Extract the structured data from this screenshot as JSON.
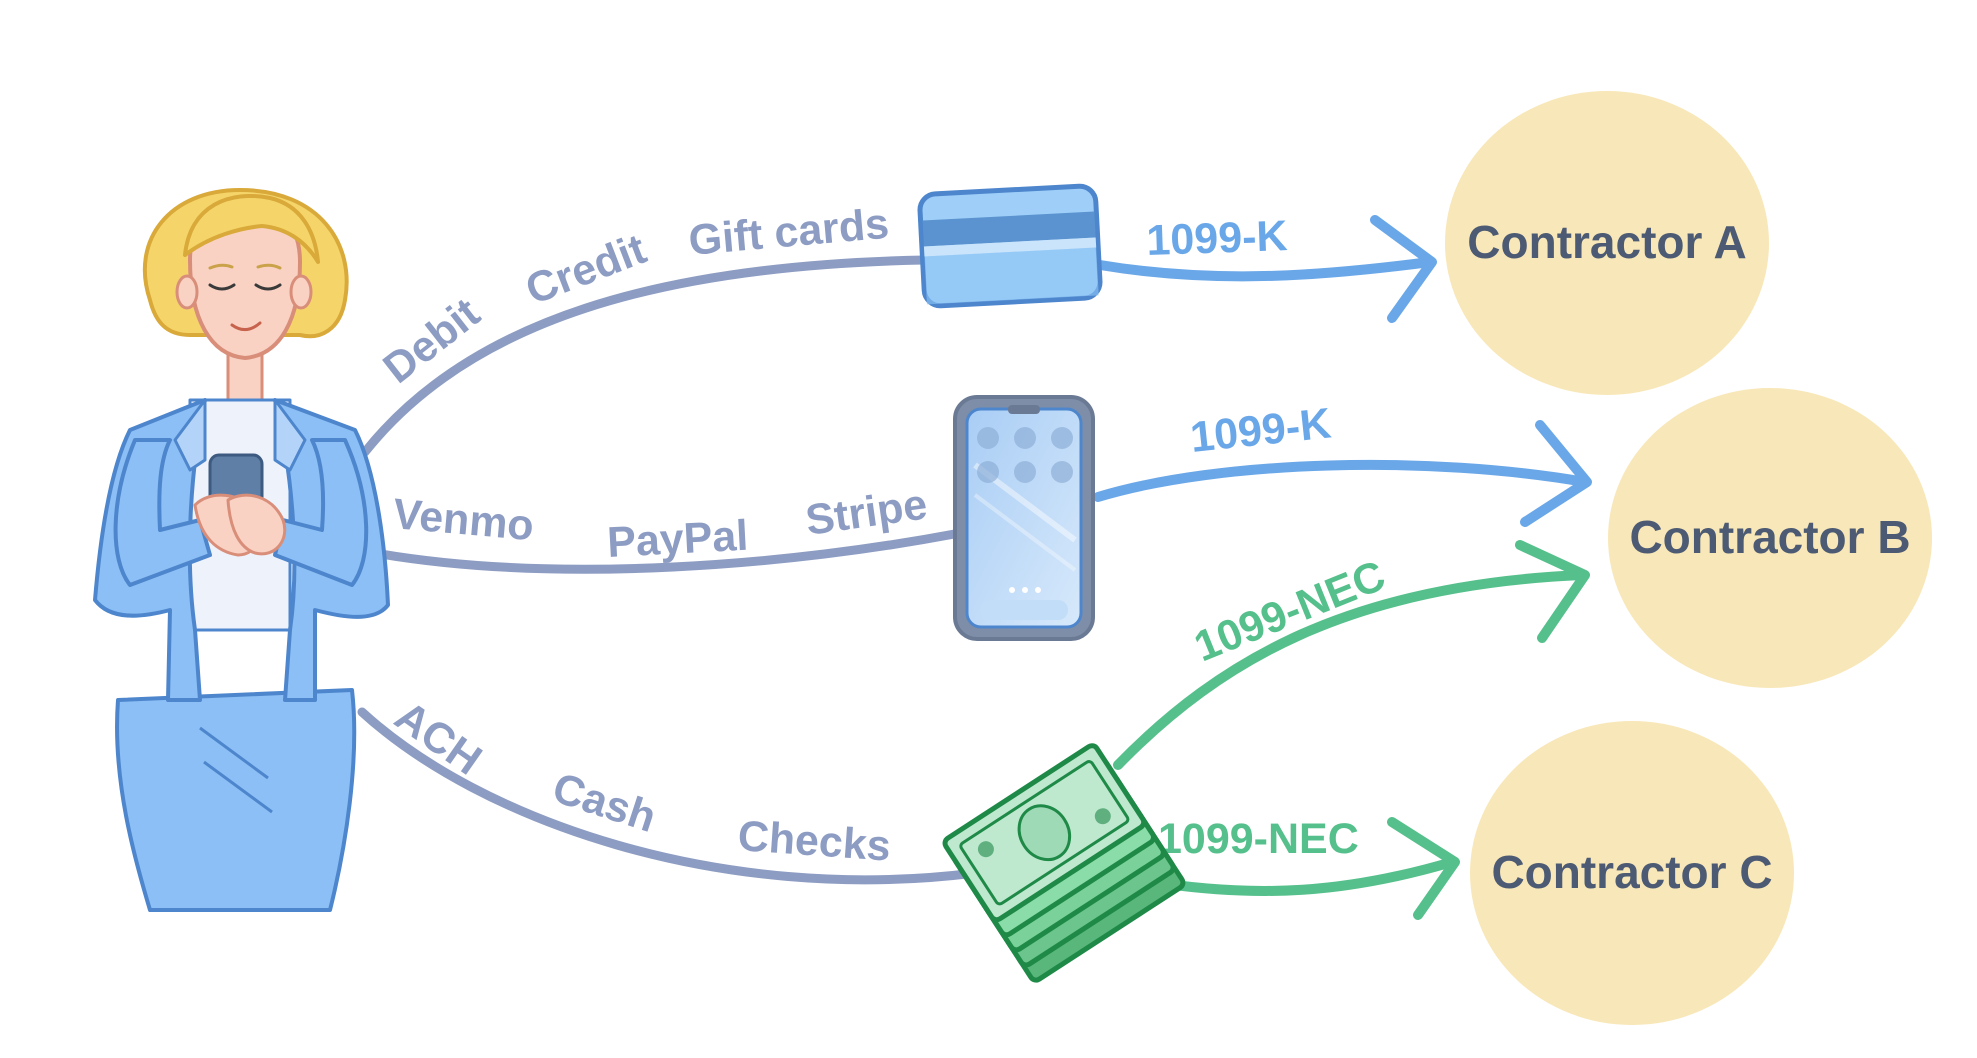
{
  "colors": {
    "background": "#ffffff",
    "method_path": "#8d9cc2",
    "method_text": "#8d9cc2",
    "form_k": "#6aa7e8",
    "form_nec": "#55c08b",
    "contractor_fill": "#f8e7b8",
    "contractor_text": "#4c5b73",
    "person_suit": "#8cbff5",
    "person_suit_stroke": "#4d86cc",
    "hair": "#f5d56a",
    "skin": "#f9d2c4"
  },
  "payment_methods": {
    "cards": [
      "Debit",
      "Credit",
      "Gift cards"
    ],
    "apps": [
      "Venmo",
      "PayPal",
      "Stripe"
    ],
    "offline": [
      "ACH",
      "Cash",
      "Checks"
    ]
  },
  "forms": {
    "card": "1099-K",
    "app": "1099-K",
    "cash_top": "1099-NEC",
    "cash_bottom": "1099-NEC"
  },
  "contractors": {
    "a": "Contractor A",
    "b": "Contractor B",
    "c": "Contractor C"
  },
  "icons": {
    "payer": "woman-with-phone",
    "card": "credit-card-icon",
    "phone": "smartphone-icon",
    "cash": "banknotes-icon"
  }
}
